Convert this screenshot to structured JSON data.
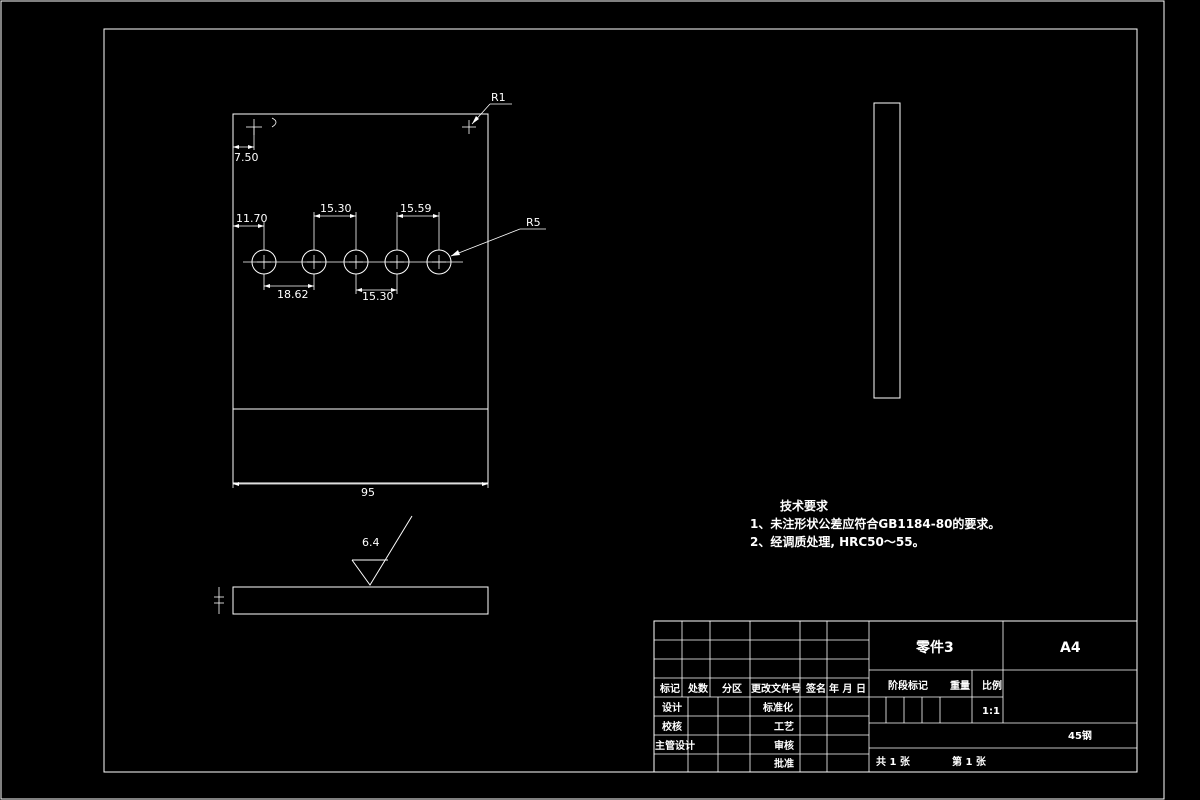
{
  "colors": {
    "background": "#000000",
    "line": "#ffffff"
  },
  "dimensions": {
    "d_7_50": "7.50",
    "d_11_70": "11.70",
    "d_15_30_top": "15.30",
    "d_15_59": "15.59",
    "d_18_62": "18.62",
    "d_15_30_bottom": "15.30",
    "d_95": "95",
    "r1": "R1",
    "r5": "R5",
    "roughness": "6.4"
  },
  "tech_req": {
    "title": "技术要求",
    "line1": "1、未注形状公差应符合GB1184-80的要求。",
    "line2": "2、经调质处理, HRC50～55。"
  },
  "title_block": {
    "part_name": "零件3",
    "sheet_size": "A4",
    "material": "45钢",
    "scale_value": "1:1",
    "stage_mark": "阶段标记",
    "weight": "重量",
    "scale": "比例",
    "total_sheets": "共 1 张",
    "sheet_no": "第 1 张",
    "col_mark": "标记",
    "col_count": "处数",
    "col_zone": "分区",
    "col_doc": "更改文件号",
    "col_sign": "签名",
    "col_date": "年 月 日",
    "design": "设计",
    "standardize": "标准化",
    "check": "校核",
    "process": "工艺",
    "chief_design": "主管设计",
    "review": "审核",
    "approve": "批准"
  }
}
